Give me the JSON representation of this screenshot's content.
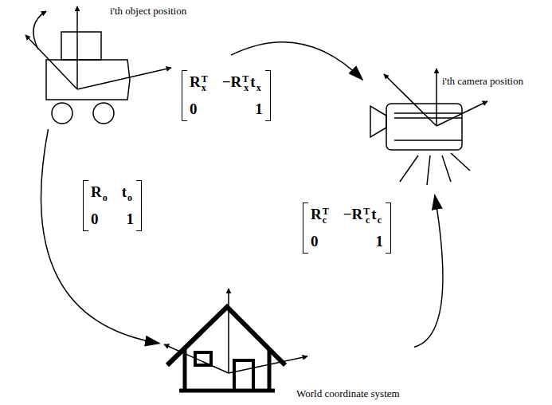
{
  "diagram": {
    "nodes": [
      {
        "text": [
          "i'th object position"
        ]
      },
      {
        "text": [
          "i'th camera position"
        ]
      },
      {
        "text": [
          "World coordinate system"
        ]
      }
    ],
    "edges": [
      {
        "from": 0,
        "to": 1,
        "arrow": "to"
      },
      {
        "from": 0,
        "to": 2,
        "arrow": "to"
      },
      {
        "from": 2,
        "to": 1,
        "arrow": "to"
      }
    ],
    "labels": [
      "R",
      "T",
      "x",
      "−R",
      "T",
      "x",
      "t",
      "x",
      "0",
      "1",
      "R",
      "o",
      "t",
      "o",
      "0",
      "1",
      "R",
      "T",
      "c",
      "−R",
      "T",
      "c",
      "t",
      "c",
      "0",
      "1"
    ]
  }
}
